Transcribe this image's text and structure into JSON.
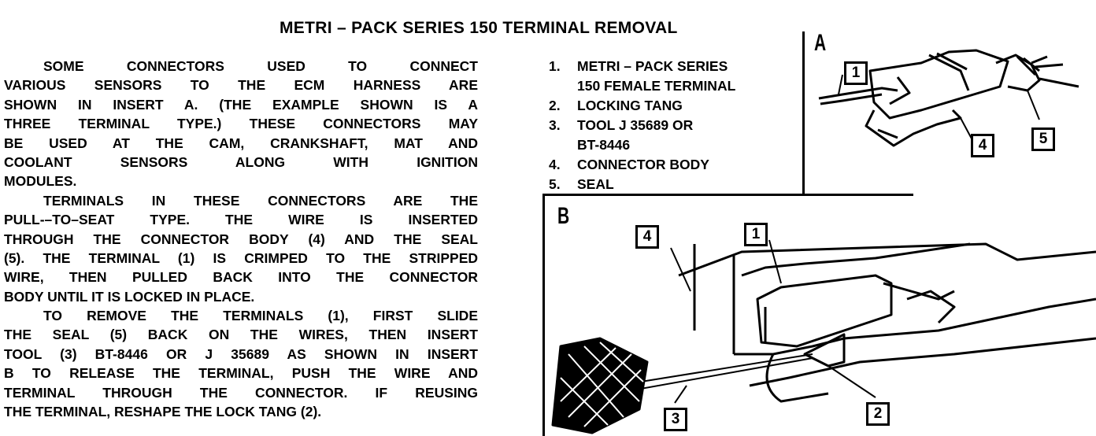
{
  "title": "METRI – PACK SERIES 150 TERMINAL REMOVAL",
  "paragraphs": [
    [
      "SOME CONNECTORS USED TO CONNECT",
      "VARIOUS SENSORS TO THE ECM HARNESS ARE",
      "SHOWN IN INSERT A. (THE EXAMPLE SHOWN IS A",
      "THREE TERMINAL TYPE.) THESE CONNECTORS MAY",
      "BE USED AT THE CAM, CRANKSHAFT, MAT AND",
      "COOLANT SENSORS ALONG WITH IGNITION",
      "MODULES."
    ],
    [
      "TERMINALS IN THESE CONNECTORS ARE THE",
      "PULL-–TO–SEAT TYPE. THE WIRE IS INSERTED",
      "THROUGH THE CONNECTOR BODY (4) AND THE SEAL",
      "(5). THE TERMINAL (1) IS CRIMPED TO THE STRIPPED",
      "WIRE, THEN PULLED BACK INTO THE CONNECTOR",
      "BODY UNTIL IT IS LOCKED IN PLACE."
    ],
    [
      "TO REMOVE THE TERMINALS (1), FIRST SLIDE",
      "THE SEAL (5) BACK ON THE WIRES, THEN INSERT",
      "TOOL (3) BT-8446 OR J 35689 AS SHOWN IN INSERT",
      "B TO RELEASE THE TERMINAL, PUSH THE WIRE AND",
      "TERMINAL THROUGH THE CONNECTOR. IF REUSING",
      "THE TERMINAL, RESHAPE THE LOCK TANG (2)."
    ]
  ],
  "legend": [
    {
      "num": "1.",
      "text": "METRI – PACK SERIES",
      "cont": "150 FEMALE TERMINAL"
    },
    {
      "num": "2.",
      "text": "LOCKING TANG"
    },
    {
      "num": "3.",
      "text": "TOOL J 35689 OR",
      "cont": "BT-8446"
    },
    {
      "num": "4.",
      "text": "CONNECTOR BODY"
    },
    {
      "num": "5.",
      "text": "SEAL"
    }
  ],
  "inset_a": {
    "label": "A",
    "callouts": [
      "1",
      "4",
      "5"
    ]
  },
  "inset_b": {
    "label": "B",
    "callouts": [
      "4",
      "1",
      "3",
      "2"
    ]
  }
}
